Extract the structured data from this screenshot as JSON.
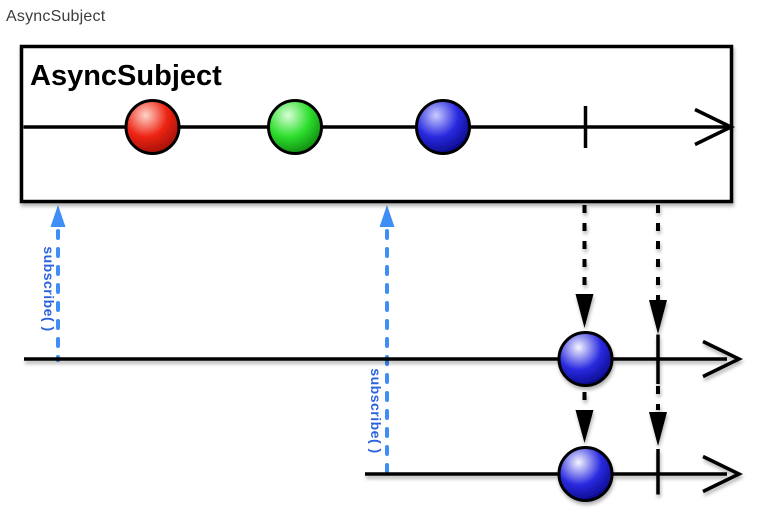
{
  "page": {
    "title": "AsyncSubject"
  },
  "diagram": {
    "box_title": "AsyncSubject",
    "source": {
      "marbles": [
        "red",
        "green",
        "blue"
      ],
      "completed": true
    },
    "subscriber1": {
      "label": "subscribe( )",
      "received": [
        "blue"
      ],
      "completed": true
    },
    "subscriber2": {
      "label": "subscribe( )",
      "received": [
        "blue"
      ],
      "completed": true
    }
  },
  "colors": {
    "page_title": "#3d3d3d",
    "background": "#ffffff",
    "ink": "#000000",
    "subscribe_text": "#2b62dd",
    "subscribe_arrow": "#3e8ef5",
    "marble_red": {
      "hi": "#ffd3c9",
      "mid": "#ed2413",
      "lo": "#8a0c00"
    },
    "marble_green": {
      "hi": "#d8ffd6",
      "mid": "#2ede2e",
      "lo": "#077207"
    },
    "marble_blue": {
      "hi": "#c9ccff",
      "hi_bright": "#f4f5ff",
      "mid": "#2a2ae0",
      "lo": "#000070"
    }
  }
}
